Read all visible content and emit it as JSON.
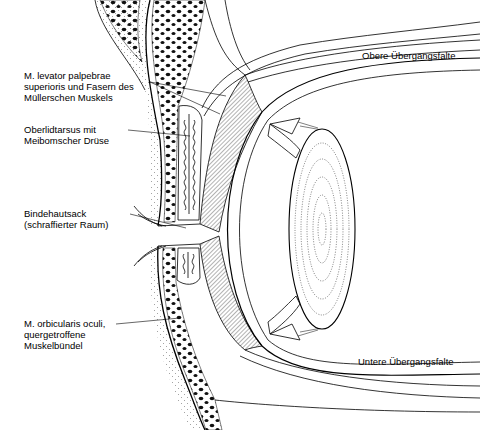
{
  "diagram": {
    "labels": [
      "M. levator palpebrae superioris und Fasern des Müllerschen Muskels",
      "Obere Übergangsfalte",
      "Oberlidtarsus mit Meibomscher Drüse",
      "Bindehautsack (schraffierter Raum)",
      "M. orbicularis oculi, quergetroffene Muskelbündel",
      "Untere Übergangsfalte"
    ]
  }
}
